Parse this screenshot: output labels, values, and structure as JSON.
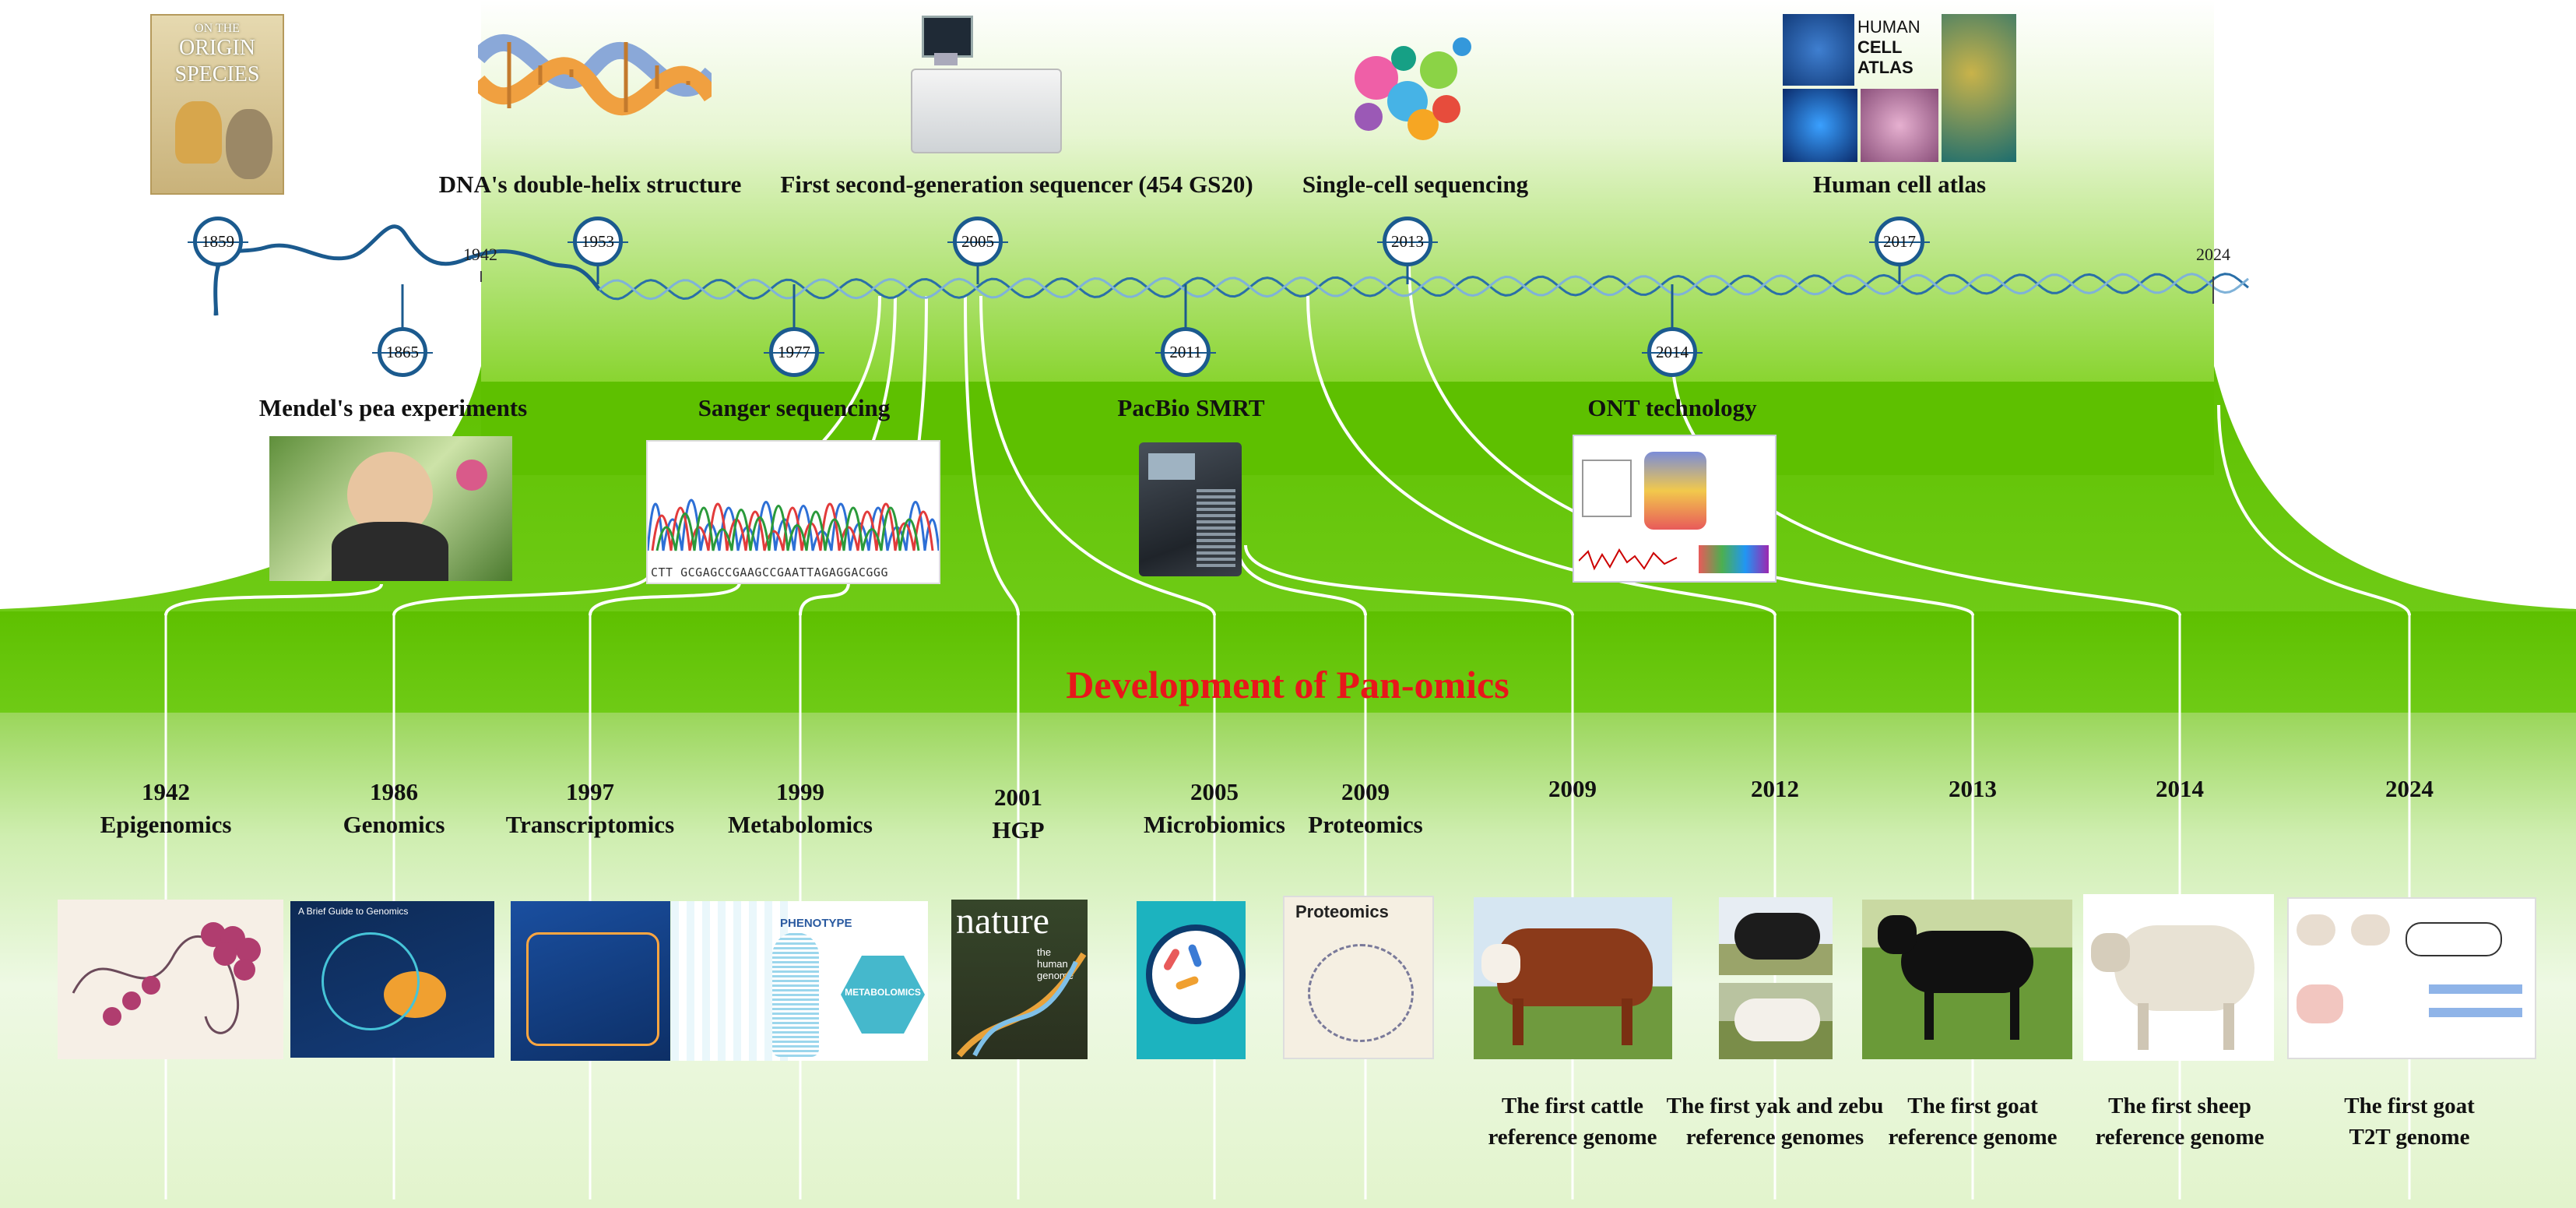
{
  "title": "Development of Pan-omics",
  "start_year_label": "1942",
  "end_year_label": "2024",
  "timeline_events": [
    {
      "year": "1859",
      "label": ""
    },
    {
      "year": "1865",
      "label": "Mendel's pea experiments"
    },
    {
      "year": "1953",
      "label": "DNA's double-helix structure"
    },
    {
      "year": "1977",
      "label": "Sanger sequencing"
    },
    {
      "year": "2005",
      "label": "First second-generation sequencer (454 GS20)"
    },
    {
      "year": "2011",
      "label": "PacBio SMRT"
    },
    {
      "year": "2013",
      "label": "Single-cell sequencing"
    },
    {
      "year": "2014",
      "label": "ONT technology"
    },
    {
      "year": "2017",
      "label": "Human cell atlas"
    }
  ],
  "omics_milestones": [
    {
      "year": "1942",
      "label": "Epigenomics"
    },
    {
      "year": "1986",
      "label": "Genomics"
    },
    {
      "year": "1997",
      "label": "Transcriptomics"
    },
    {
      "year": "1999",
      "label": "Metabolomics"
    },
    {
      "year": "2001",
      "label": "HGP"
    },
    {
      "year": "2005",
      "label": "Microbiomics"
    },
    {
      "year": "2009",
      "label": "Proteomics"
    }
  ],
  "genome_milestones": [
    {
      "year": "2009",
      "line1": "The first cattle",
      "line2": "reference genome"
    },
    {
      "year": "2012",
      "line1": "The first yak and zebu",
      "line2": "reference genomes"
    },
    {
      "year": "2013",
      "line1": "The first goat",
      "line2": "reference genome"
    },
    {
      "year": "2014",
      "line1": "The first sheep",
      "line2": "reference genome"
    },
    {
      "year": "2024",
      "line1": "The first goat",
      "line2": "T2T genome"
    }
  ],
  "image_text": {
    "origin_book_line1": "ON THE",
    "origin_book_line2": "ORIGIN",
    "origin_book_line3": "SPECIES",
    "hca_line1": "HUMAN",
    "hca_line2": "CELL",
    "hca_line3": "ATLAS",
    "sanger_bases": "CTT GCGAGCCGAAGCCGAATTAGAGGACGGG",
    "genomics_cover": "A Brief Guide to Genomics",
    "nature_cover": "nature",
    "nature_subtitle": "the human genome",
    "phenotype": "PHENOTYPE",
    "metabolomics": "METABOLOMICS",
    "proteomics_cover": "Proteomics"
  },
  "colors": {
    "green_band": "#62c300",
    "pale_green": "#e9f7d8",
    "node_blue": "#1b5a8e",
    "title_red": "#e8161b"
  }
}
